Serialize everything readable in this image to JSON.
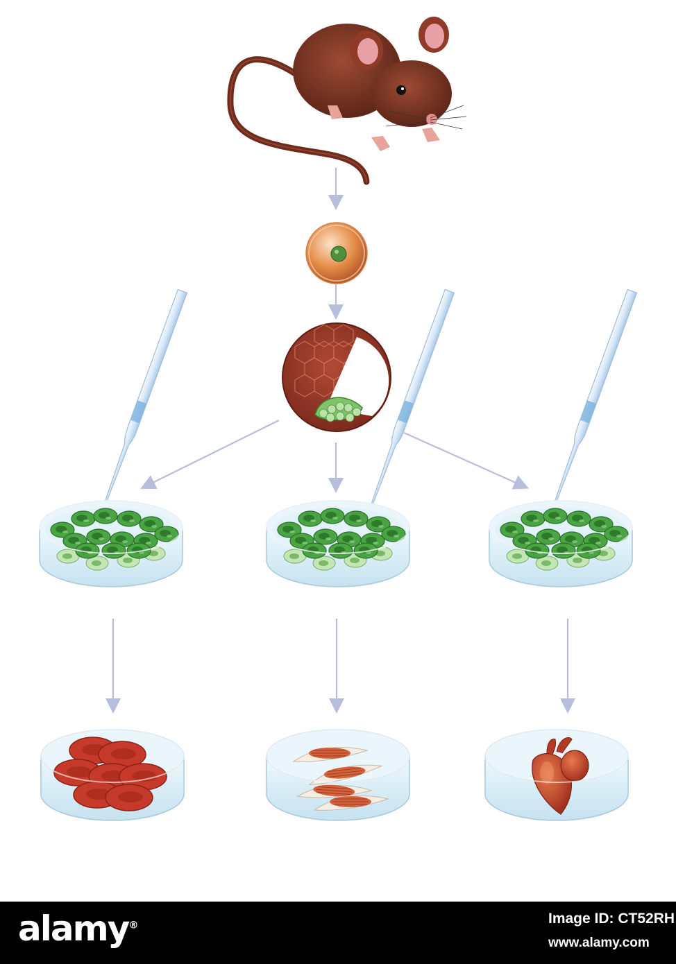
{
  "watermark": {
    "logo": "alamy",
    "image_id": "Image ID: CT52RH",
    "url": "www.alamy.com"
  },
  "colors": {
    "mouse_fur": "#7a3524",
    "arrow": "#b7bedb",
    "culture_green": "#3f9a3a",
    "tissue_red": "#c5432c",
    "dish_glass": "#d6ecf6",
    "banner": "#000000"
  }
}
